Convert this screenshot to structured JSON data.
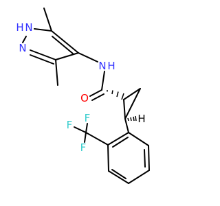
{
  "molecule": {
    "colors": {
      "bond": "#000000",
      "nitrogen": "#3232ff",
      "oxygen": "#ff0000",
      "fluorine": "#33cccc",
      "background": "#ffffff"
    },
    "labels": {
      "pyrazole_nh_h": "H",
      "pyrazole_n1": "N",
      "pyrazole_n2": "N",
      "amide_n": "N",
      "amide_h": "H",
      "carbonyl_o": "O",
      "stereo_h": "H",
      "fluorine_1": "F",
      "fluorine_2": "F",
      "fluorine_3": "F"
    }
  }
}
